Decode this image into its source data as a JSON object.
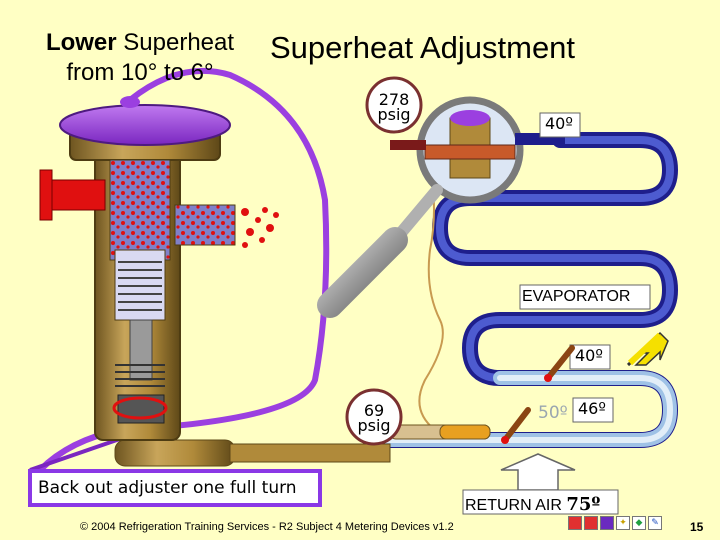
{
  "header": {
    "left_bold": "Lower",
    "left_rest": " Superheat",
    "left_line2": "from 10° to 6°",
    "title": "Superheat Adjustment"
  },
  "gauges": {
    "high": {
      "value": "278",
      "unit": "psig"
    },
    "low": {
      "value": "69",
      "unit": "psig"
    }
  },
  "temps": {
    "bulb_top": "40º",
    "evap_mid": "40º",
    "outlet_grey": "50º",
    "outlet": "46º"
  },
  "labels": {
    "evaporator": "EVAPORATOR",
    "return_air_text": "RETURN AIR ",
    "return_air_temp": "75º",
    "caption": "Back out adjuster one full turn"
  },
  "footer": {
    "copyright": "© 2004 Refrigeration Training Services - R2 Subject 4 Metering Devices v1.2",
    "page": "15"
  },
  "nav": [
    "home-icon",
    "back-icon",
    "forward-icon",
    "star-icon",
    "diamond-icon",
    "pen-icon"
  ],
  "colors": {
    "background": "#FFFFC4",
    "purple_tube": "#9B3FE0",
    "evaporator_dark": "#1E1E8C",
    "evaporator_light": "#C8DDF0",
    "valve_body": "#B08A3A",
    "liquid_red": "#E01010",
    "caption_border": "#8A38E6"
  }
}
